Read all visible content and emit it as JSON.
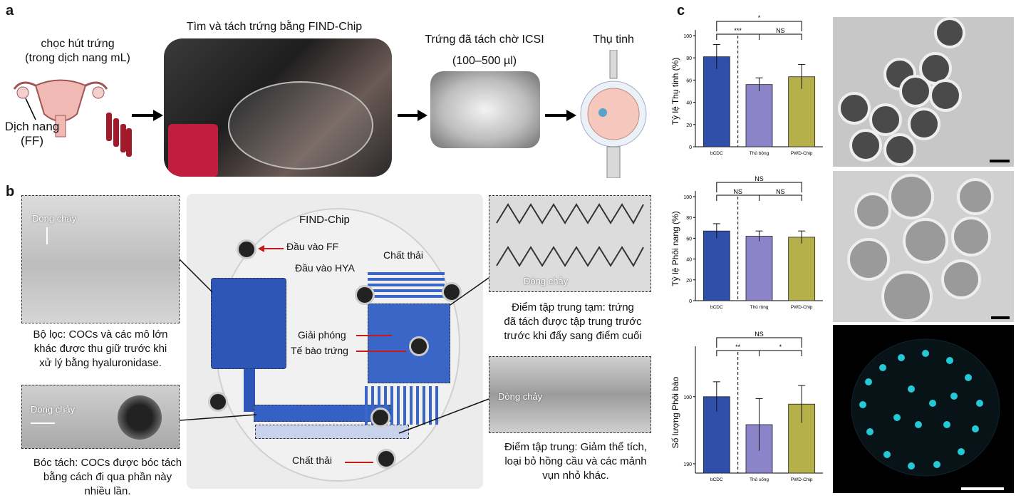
{
  "panels": {
    "a": "a",
    "b": "b",
    "c": "c"
  },
  "panel_a": {
    "step1": "chọc hút trứng\n(trong dịch nang mL)",
    "ff_label": "Dịch nang\n(FF)",
    "step2": "Tìm và tách trứng bằng FIND-Chip",
    "step3_line1": "Trứng đã tách chờ ICSI",
    "step3_line2": "(100–500 µl)",
    "step4": "Thụ tinh"
  },
  "panel_b": {
    "chip_title": "FIND-Chip",
    "inlet_ff": "Đầu vào FF",
    "inlet_hya": "Đầu vào HYA",
    "waste_top": "Chất thải",
    "waste_bottom": "Chất thải",
    "release": "Giải phóng",
    "oocyte": "Tế bào trứng",
    "flow_1": "Dong chảy",
    "flow_2": "Dong chảy",
    "flow_3": "Dòng chảy",
    "flow_4": "Dòng chảy",
    "caption_filter": "Bộ lọc: COCs và các mô lớn\nkhác được thu giữ trước khi\nxử lý bằng hyaluronidase.",
    "caption_strip": "Bóc tách: COCs được bóc tách\nbằng cách đi qua phần này\nnhiều lần.",
    "caption_temp": "Điểm tập trung tạm: trứng\nđã tách được tập trung trước\ntrước khi đẩy sang điểm cuối",
    "caption_final": "Điểm tập trung: Giảm thể tích,\nloại bỏ hồng cầu và các mảnh\nvụn nhỏ khác."
  },
  "colors": {
    "blue": "#2f4fa8",
    "purple": "#8b84c8",
    "olive": "#b5b04a",
    "red_arrow": "#c81818"
  },
  "chart_data": [
    {
      "type": "bar",
      "ylabel": "Tỷ lệ Thụ tinh (%)",
      "ylim": [
        0,
        100
      ],
      "yticks": [
        "0",
        "20",
        "40",
        "60",
        "80",
        "100"
      ],
      "categories": [
        "bCDC",
        "Thủ bộng",
        "PWD-Chip"
      ],
      "values": [
        81,
        56,
        63
      ],
      "errors": [
        11,
        6,
        11
      ],
      "significance": [
        {
          "a": 0,
          "b": 1,
          "label": "***"
        },
        {
          "a": 1,
          "b": 2,
          "label": "NS"
        },
        {
          "a": 0,
          "b": 2,
          "label": "*"
        }
      ]
    },
    {
      "type": "bar",
      "ylabel": "Tỷ lệ Phôi nang (%)",
      "ylim": [
        0,
        100
      ],
      "yticks": [
        "0",
        "20",
        "40",
        "60",
        "80",
        "100"
      ],
      "categories": [
        "bCDC",
        "Thủ rộng",
        "PWD-Chip"
      ],
      "values": [
        67,
        62,
        61
      ],
      "errors": [
        7,
        5,
        6
      ],
      "significance": [
        {
          "a": 0,
          "b": 1,
          "label": "NS"
        },
        {
          "a": 1,
          "b": 2,
          "label": "NS"
        },
        {
          "a": 0,
          "b": 2,
          "label": "NS"
        }
      ]
    },
    {
      "type": "bar",
      "ylabel": "Số lượng Phôi bào",
      "ylim": [
        185,
        250
      ],
      "yticks": [
        "190",
        "100"
      ],
      "categories": [
        "bCDC",
        "Thủ sống",
        "PWD-Chip"
      ],
      "values": [
        226,
        211,
        222
      ],
      "errors": [
        8,
        14,
        10
      ],
      "significance": [
        {
          "a": 0,
          "b": 1,
          "label": "**"
        },
        {
          "a": 1,
          "b": 2,
          "label": "*"
        },
        {
          "a": 0,
          "b": 2,
          "label": "NS"
        }
      ]
    }
  ]
}
